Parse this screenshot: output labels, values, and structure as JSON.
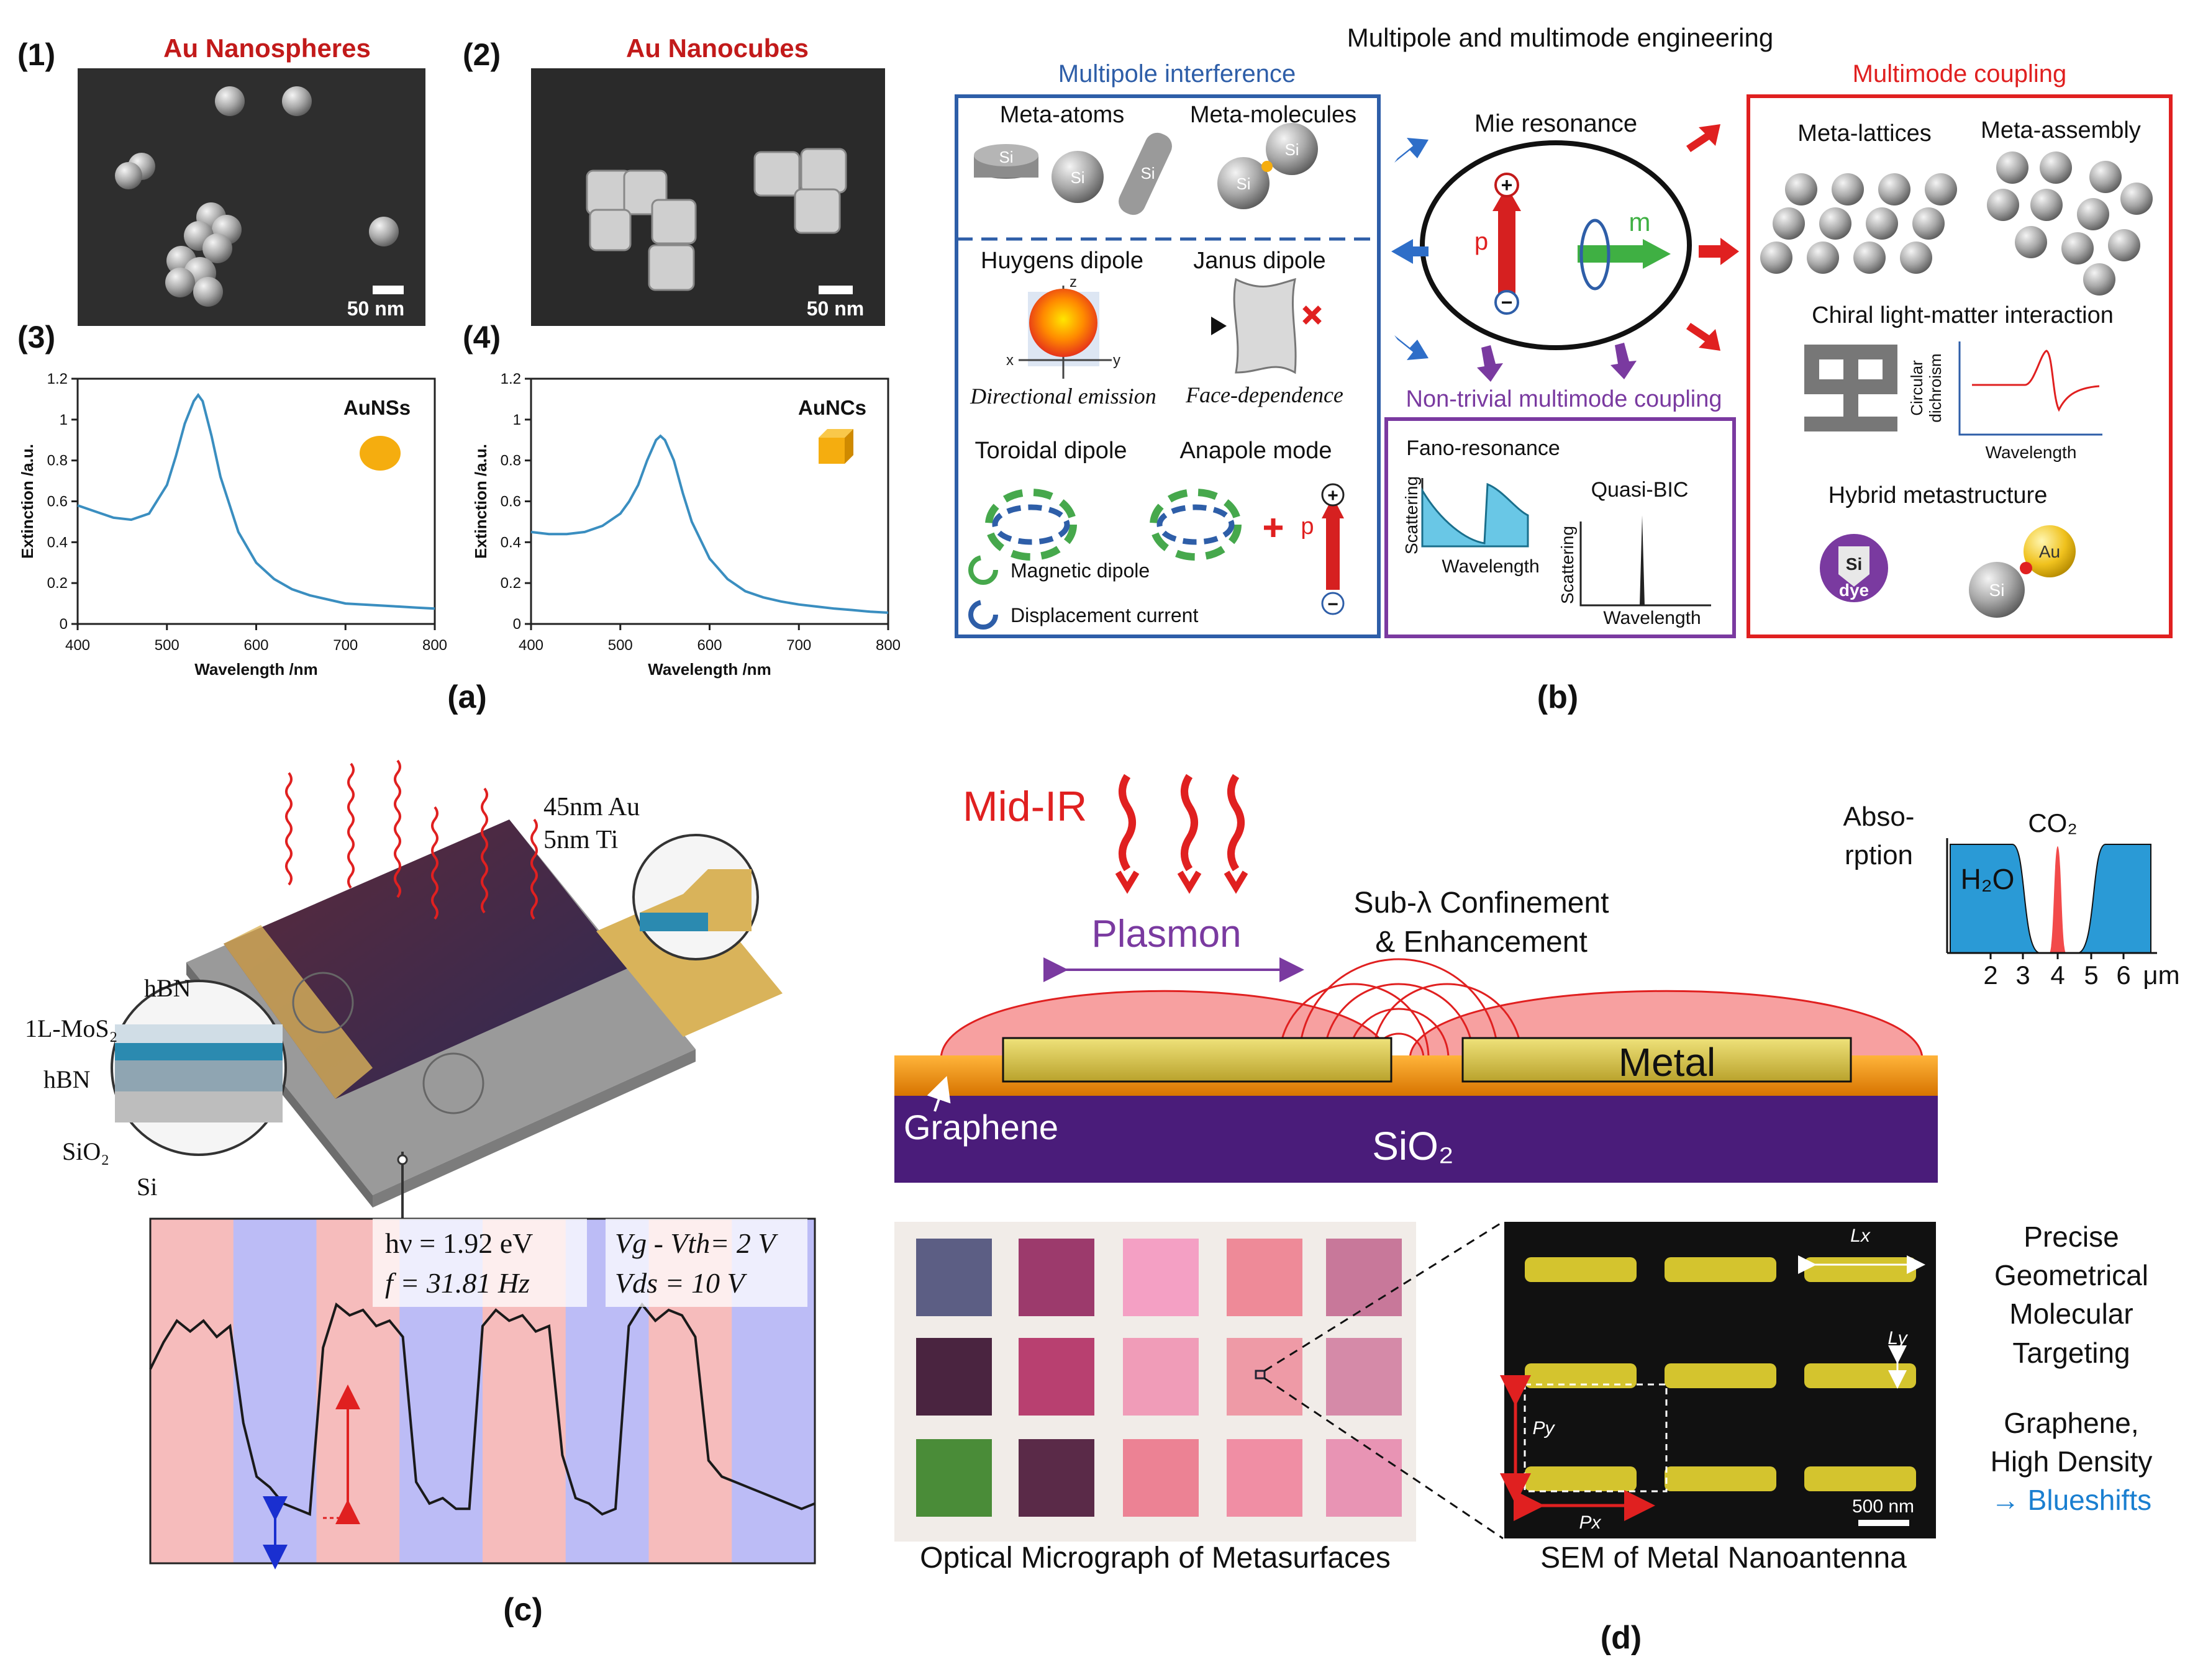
{
  "colors": {
    "brand_red": "#d42b2b",
    "interference_blue": "#2e5ea8",
    "purple": "#7a3aa0",
    "curve_blue": "#3a8ec0",
    "gold": "#d6c23a",
    "sem_dark": "#2b2b2b",
    "pink_band": "#f6bcbc",
    "blue_band": "#bcbcf6",
    "sio2": "#4a1c7a"
  },
  "panel_a": {
    "caption": "(a)",
    "sub1": {
      "number": "(1)",
      "title": "Au Nanospheres",
      "scale": "50 nm"
    },
    "sub2": {
      "number": "(2)",
      "title": "Au Nanocubes",
      "scale": "50 nm"
    },
    "sub3": {
      "number": "(3)",
      "legend": "AuNSs"
    },
    "sub4": {
      "number": "(4)",
      "legend": "AuNCs"
    }
  },
  "chart_data": [
    {
      "type": "line",
      "xlabel": "Wavelength /nm",
      "ylabel": "Extinction /a.u.",
      "xlim": [
        400,
        800
      ],
      "ylim": [
        0,
        1.2
      ],
      "xticks": [
        "400",
        "500",
        "600",
        "700",
        "800"
      ],
      "yticks": [
        "0",
        "0.2",
        "0.4",
        "0.6",
        "0.8",
        "1",
        "1.2"
      ],
      "series": [
        {
          "name": "AuNSs",
          "color": "#3a8ec0",
          "x": [
            400,
            420,
            440,
            460,
            480,
            500,
            510,
            520,
            530,
            535,
            540,
            550,
            560,
            580,
            600,
            620,
            640,
            660,
            680,
            700,
            720,
            740,
            760,
            780,
            800
          ],
          "y": [
            0.58,
            0.55,
            0.52,
            0.51,
            0.54,
            0.68,
            0.82,
            0.98,
            1.09,
            1.12,
            1.09,
            0.92,
            0.72,
            0.45,
            0.3,
            0.22,
            0.17,
            0.14,
            0.12,
            0.1,
            0.095,
            0.09,
            0.085,
            0.08,
            0.075
          ]
        }
      ]
    },
    {
      "type": "line",
      "xlabel": "Wavelength /nm",
      "ylabel": "Extinction /a.u.",
      "xlim": [
        400,
        800
      ],
      "ylim": [
        0,
        1.2
      ],
      "xticks": [
        "400",
        "500",
        "600",
        "700",
        "800"
      ],
      "yticks": [
        "0",
        "0.2",
        "0.4",
        "0.6",
        "0.8",
        "1",
        "1.2"
      ],
      "series": [
        {
          "name": "AuNCs",
          "color": "#3a8ec0",
          "x": [
            400,
            420,
            440,
            460,
            480,
            500,
            510,
            520,
            530,
            540,
            545,
            550,
            560,
            570,
            580,
            600,
            620,
            640,
            660,
            680,
            700,
            720,
            740,
            760,
            780,
            800
          ],
          "y": [
            0.45,
            0.44,
            0.44,
            0.45,
            0.48,
            0.54,
            0.6,
            0.68,
            0.8,
            0.9,
            0.92,
            0.9,
            0.8,
            0.64,
            0.5,
            0.32,
            0.22,
            0.16,
            0.13,
            0.11,
            0.095,
            0.085,
            0.075,
            0.068,
            0.06,
            0.055
          ]
        }
      ]
    },
    {
      "type": "line",
      "series": [
        {
          "name": "",
          "color": "#1a1a1a",
          "x": [
            0,
            0.02,
            0.04,
            0.06,
            0.08,
            0.1,
            0.12,
            0.14,
            0.16,
            0.18,
            0.2,
            0.22,
            0.24,
            0.26,
            0.28,
            0.3,
            0.32,
            0.34,
            0.36,
            0.38,
            0.4,
            0.42,
            0.44,
            0.46,
            0.48,
            0.5,
            0.52,
            0.54,
            0.56,
            0.58,
            0.6,
            0.62,
            0.64,
            0.66,
            0.68,
            0.7,
            0.72,
            0.74,
            0.76,
            0.78,
            0.8,
            0.82,
            0.84,
            0.86,
            0.88,
            0.9,
            0.92,
            0.94,
            0.96,
            0.98,
            1
          ],
          "y": [
            0.62,
            0.72,
            0.8,
            0.76,
            0.8,
            0.74,
            0.78,
            0.42,
            0.22,
            0.18,
            0.12,
            0.1,
            0.08,
            0.7,
            0.86,
            0.82,
            0.84,
            0.78,
            0.8,
            0.74,
            0.2,
            0.12,
            0.14,
            0.1,
            0.1,
            0.78,
            0.84,
            0.8,
            0.82,
            0.76,
            0.78,
            0.3,
            0.14,
            0.12,
            0.08,
            0.1,
            0.78,
            0.86,
            0.8,
            0.84,
            0.82,
            0.74,
            0.28,
            0.22,
            0.2,
            0.18,
            0.16,
            0.14,
            0.12,
            0.1,
            0.12
          ]
        }
      ],
      "bands": [
        "pink",
        "blue",
        "pink",
        "blue",
        "pink",
        "blue",
        "pink",
        "blue"
      ],
      "annotations": [
        "hν = 1.92 eV",
        "f = 31.81 Hz",
        "Vg - Vth= 2 V",
        "Vds = 10 V"
      ]
    },
    {
      "type": "bar",
      "xlabel": "μm",
      "ylabel": "Absorption",
      "xticks": [
        "2",
        "3",
        "4",
        "5",
        "6"
      ],
      "series": [
        {
          "name": "H2O",
          "color": "#2a9ad6"
        },
        {
          "name": "CO2",
          "color": "#f24a4a"
        }
      ]
    }
  ],
  "panel_b": {
    "caption": "(b)",
    "title": "Multipole and multimode engineering",
    "interference": {
      "heading": "Multipole interference",
      "meta_atoms": "Meta-atoms",
      "meta_molecules": "Meta-molecules",
      "si": "Si",
      "huygens": "Huygens dipole",
      "janus": "Janus dipole",
      "directional": "Directional emission",
      "face": "Face-dependence",
      "toroidal": "Toroidal dipole",
      "anapole": "Anapole mode",
      "magnetic_dipole": "Magnetic dipole",
      "displacement": "Displacement current",
      "p": "p",
      "x": "x",
      "y": "y",
      "z": "z"
    },
    "mie": {
      "label": "Mie resonance",
      "p": "p",
      "m": "m",
      "plus": "+",
      "minus": "−"
    },
    "nontrivial": {
      "heading": "Non-trivial multimode coupling",
      "fano": "Fano-resonance",
      "quasi": "Quasi-BIC",
      "scattering": "Scattering",
      "wavelength": "Wavelength"
    },
    "coupling": {
      "heading": "Multimode coupling",
      "lattices": "Meta-lattices",
      "assembly": "Meta-assembly",
      "chiral": "Chiral light-matter interaction",
      "circular": "Circular",
      "dichroism": "dichroism",
      "wavelength": "Wavelength",
      "hybrid": "Hybrid metastructure",
      "si": "Si",
      "dye": "dye",
      "au": "Au"
    }
  },
  "panel_c": {
    "caption": "(c)",
    "au_label": "45nm Au",
    "ti_label": "5nm Ti",
    "hbn_top": "hBN",
    "mos2": "1L-MoS₂",
    "hbn_bottom": "hBN",
    "sio2": "SiO₂",
    "si": "Si",
    "hv": "hν = 1.92 eV",
    "f": "f = 31.81 Hz",
    "vg": "Vg - Vth= 2 V",
    "vds": "Vds = 10 V"
  },
  "panel_d": {
    "caption": "(d)",
    "mid_ir": "Mid-IR",
    "plasmon": "Plasmon",
    "sub_lambda_1": "Sub-λ Confinement",
    "sub_lambda_2": "& Enhancement",
    "metal": "Metal",
    "graphene": "Graphene",
    "sio2": "SiO₂",
    "absorption_1": "Abso-",
    "absorption_2": "rption",
    "h2o": "H₂O",
    "co2": "CO₂",
    "ticks": [
      "2",
      "3",
      "4",
      "5",
      "6"
    ],
    "unit": "μm",
    "micrograph": "Optical Micrograph of Metasurfaces",
    "sem": "SEM of Metal Nanoantenna",
    "lx": "Lx",
    "ly": "Ly",
    "py": "Py",
    "px": "Px",
    "scale": "500 nm",
    "precise": [
      "Precise",
      "Geometrical",
      "Molecular",
      "Targeting"
    ],
    "graphene_note": [
      "Graphene,",
      "High Density"
    ],
    "blueshift": "→ Blueshifts"
  }
}
